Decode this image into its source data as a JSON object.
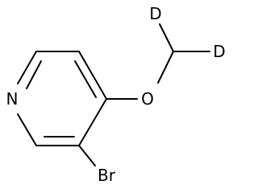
{
  "molecule": {
    "atoms": {
      "nitrogen": "N",
      "oxygen": "O",
      "bromine": "Br",
      "deuterium_top": "D",
      "deuterium_right": "D"
    }
  }
}
